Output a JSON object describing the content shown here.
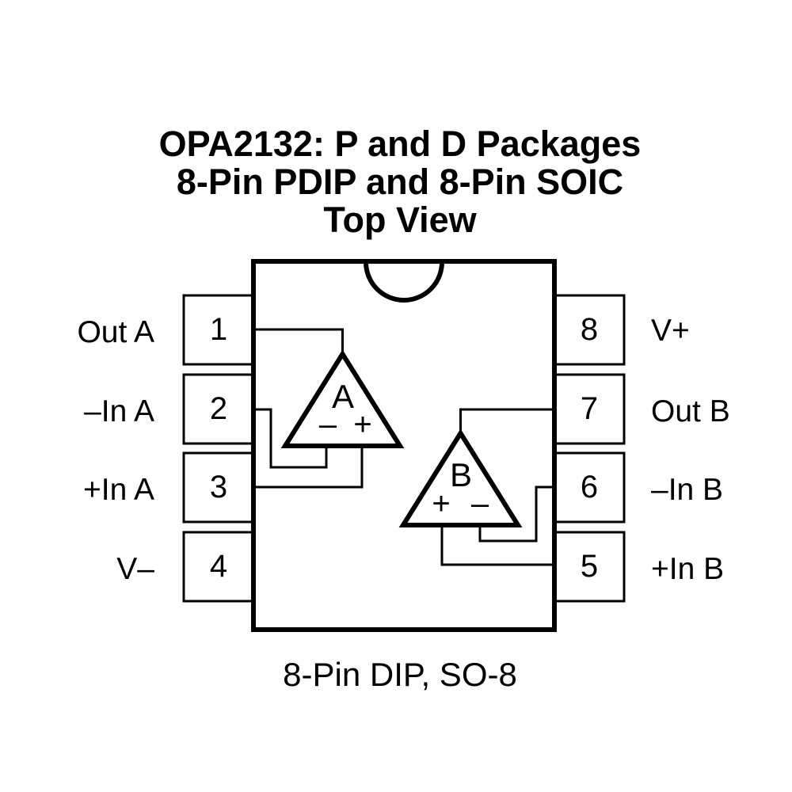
{
  "figure": {
    "title_lines": {
      "line1": "OPA2132: P and D Packages",
      "line2": "8-Pin PDIP and 8-Pin SOIC",
      "line3": "Top View"
    },
    "caption": "8-Pin DIP, SO-8"
  },
  "package": {
    "left_pins": [
      {
        "number": "1",
        "label": "Out A"
      },
      {
        "number": "2",
        "label": "–In A"
      },
      {
        "number": "3",
        "label": "+In A"
      },
      {
        "number": "4",
        "label": "V–"
      }
    ],
    "right_pins": [
      {
        "number": "8",
        "label": "V+"
      },
      {
        "number": "7",
        "label": "Out B"
      },
      {
        "number": "6",
        "label": "–In B"
      },
      {
        "number": "5",
        "label": "+In B"
      }
    ],
    "opamps": [
      {
        "name": "A",
        "left_sign": "–",
        "right_sign": "+"
      },
      {
        "name": "B",
        "left_sign": "+",
        "right_sign": "–"
      }
    ]
  },
  "colors": {
    "ink": "#000000",
    "background": "#ffffff"
  }
}
